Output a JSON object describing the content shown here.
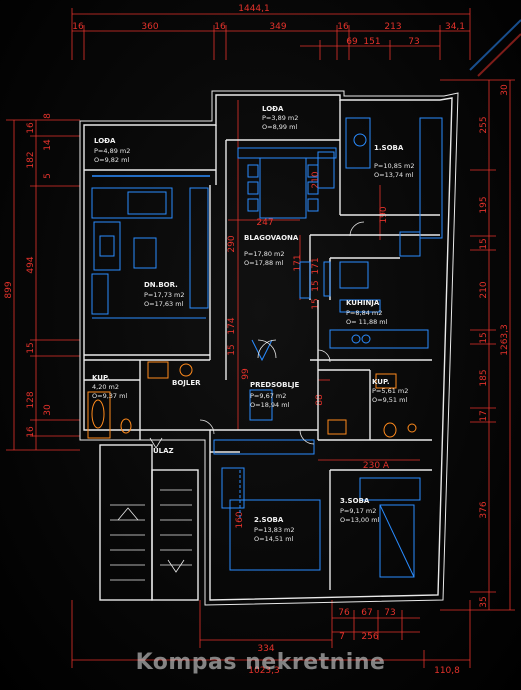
{
  "watermark": "Kompas nekretnine",
  "dimensions": {
    "top_total": "1444,1",
    "top_segments": [
      "16",
      "360",
      "16",
      "349",
      "16",
      "213",
      "34,1"
    ],
    "top_right_sub": [
      "69",
      "151",
      "73"
    ],
    "bottom_total": "1023,3",
    "bottom_right": "110,8",
    "bottom_segments": [
      "334"
    ],
    "bottom_right_sub_a": [
      "76",
      "67",
      "73"
    ],
    "bottom_right_sub_b": [
      "7",
      "256"
    ],
    "left_total": "899",
    "left_segments": [
      "16",
      "182",
      "494",
      "15",
      "128",
      "16"
    ],
    "left_inner": [
      "8",
      "14",
      "5",
      "30"
    ],
    "right_total": "1263,3",
    "right_segments": [
      "255",
      "195",
      "15",
      "210",
      "15",
      "185",
      "17",
      "376",
      "35"
    ],
    "right_outer": [
      "30"
    ],
    "inner_misc": [
      "247",
      "290",
      "99",
      "174",
      "15",
      "171",
      "15",
      "190",
      "15",
      "210",
      "88",
      "160",
      "171"
    ],
    "inner_small": [
      "230 A"
    ]
  },
  "rooms": [
    {
      "id": "loda-left",
      "name": "LOĐA",
      "area": "P=4,89 m2",
      "perimeter": "O=9,82 ml"
    },
    {
      "id": "loda-top",
      "name": "LOĐA",
      "area": "P=3,89 m2",
      "perimeter": "O=8,99 ml"
    },
    {
      "id": "spavaca",
      "name": "1.SOBA",
      "area": "P=10,85 m2",
      "perimeter": "O=13,74 ml"
    },
    {
      "id": "blagovaona",
      "name": "BLAGOVAONA",
      "area": "P=17,80 m2",
      "perimeter": "O=17,88 ml"
    },
    {
      "id": "kuhinja",
      "name": "KUHINJA",
      "area": "P=8,84 m2",
      "perimeter": "O= 11,88 ml"
    },
    {
      "id": "dnevni",
      "name": "DN.BOR.",
      "area": "P=17,73 m2",
      "perimeter": "O=17,63 ml"
    },
    {
      "id": "kup-left",
      "name": "KUP.",
      "area": "4,20 m2",
      "perimeter": "O=9,37 ml"
    },
    {
      "id": "bojler",
      "name": "BOJLER",
      "area": "",
      "perimeter": ""
    },
    {
      "id": "predsoblje",
      "name": "PREDSOBLJE",
      "area": "P=9,67 m2",
      "perimeter": "O=18,94 ml"
    },
    {
      "id": "kup-right",
      "name": "KUP.",
      "area": "P=5,61 m2",
      "perimeter": "O=9,51 ml"
    },
    {
      "id": "ulaz",
      "name": "ULAZ",
      "area": "",
      "perimeter": ""
    },
    {
      "id": "soba2",
      "name": "2.SOBA",
      "area": "P=13,83 m2",
      "perimeter": "O=14,51 ml"
    },
    {
      "id": "soba3",
      "name": "3.SOBA",
      "area": "P=9,17 m2",
      "perimeter": "O=13,00 ml"
    }
  ],
  "colors": {
    "walls": "#e9e9e9",
    "dimensions": "#e4322b",
    "furniture": "#2a8cff",
    "sanitary": "#ff8a1c",
    "background": "#070707"
  }
}
